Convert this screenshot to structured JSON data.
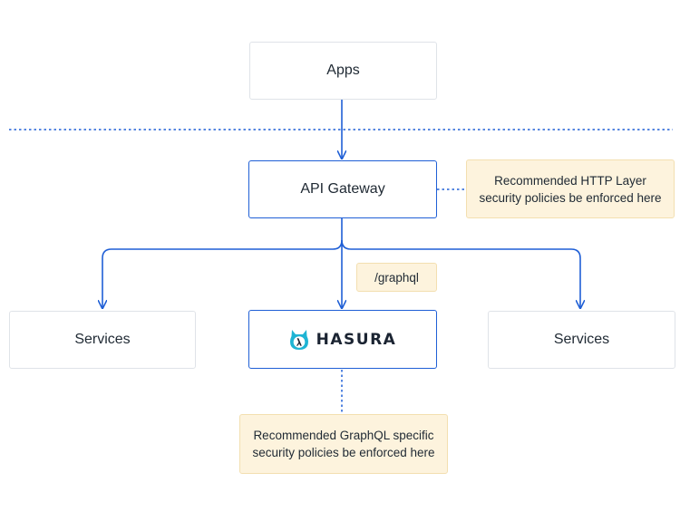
{
  "diagram": {
    "apps": {
      "label": "Apps"
    },
    "gateway": {
      "label": "API Gateway"
    },
    "http_note": {
      "lines": [
        "Recommended HTTP Layer",
        "security policies be enforced here"
      ]
    },
    "graphql_route": {
      "label": "/graphql"
    },
    "services_left": {
      "label": "Services"
    },
    "hasura": {
      "label": "HASURA",
      "icon": "hasura-logo-icon"
    },
    "services_right": {
      "label": "Services"
    },
    "graphql_note": {
      "lines": [
        "Recommended GraphQL specific",
        "security policies be enforced here"
      ]
    }
  },
  "colors": {
    "arrow": "#1f5fd6",
    "box_border": "#dfe3e8",
    "note_fill": "#fdf3dd",
    "note_border": "#f3dfb0",
    "logo_teal": "#1eb4d4"
  }
}
